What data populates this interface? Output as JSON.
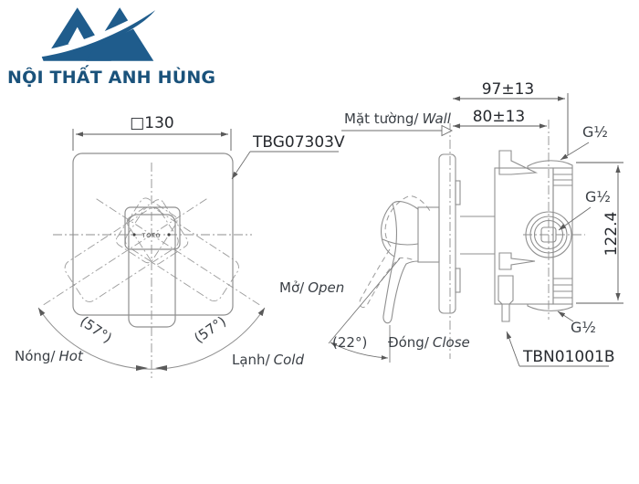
{
  "logo": {
    "title": "NỘI THẤT ANH HÙNG"
  },
  "front_view": {
    "dim_width": "□130",
    "model": "TBG07303V",
    "brand": "TOTO",
    "angle_left": "(57°)",
    "angle_right": "(57°)",
    "hot_vi": "Nóng/",
    "hot_en": "Hot",
    "cold_vi": "Lạnh/",
    "cold_en": "Cold"
  },
  "side_view": {
    "wall_vi": "Mặt tường/",
    "wall_en": "Wall",
    "dim_depth_outer": "97±13",
    "dim_depth_inner": "80±13",
    "dim_height": "122.4",
    "thread_top": "G½",
    "thread_mid": "G½",
    "thread_bottom": "G½",
    "open_vi": "Mở/",
    "open_en": "Open",
    "close_vi": "Đóng/",
    "close_en": "Close",
    "angle_open": "(22°)",
    "model": "TBN01001B"
  },
  "colors": {
    "logo_blue": "#1f5c8c",
    "logo_text": "#1a527b",
    "line_gray": "#8f8f8f",
    "dim_gray": "#5a5a5a",
    "text_dark": "#33383e"
  }
}
